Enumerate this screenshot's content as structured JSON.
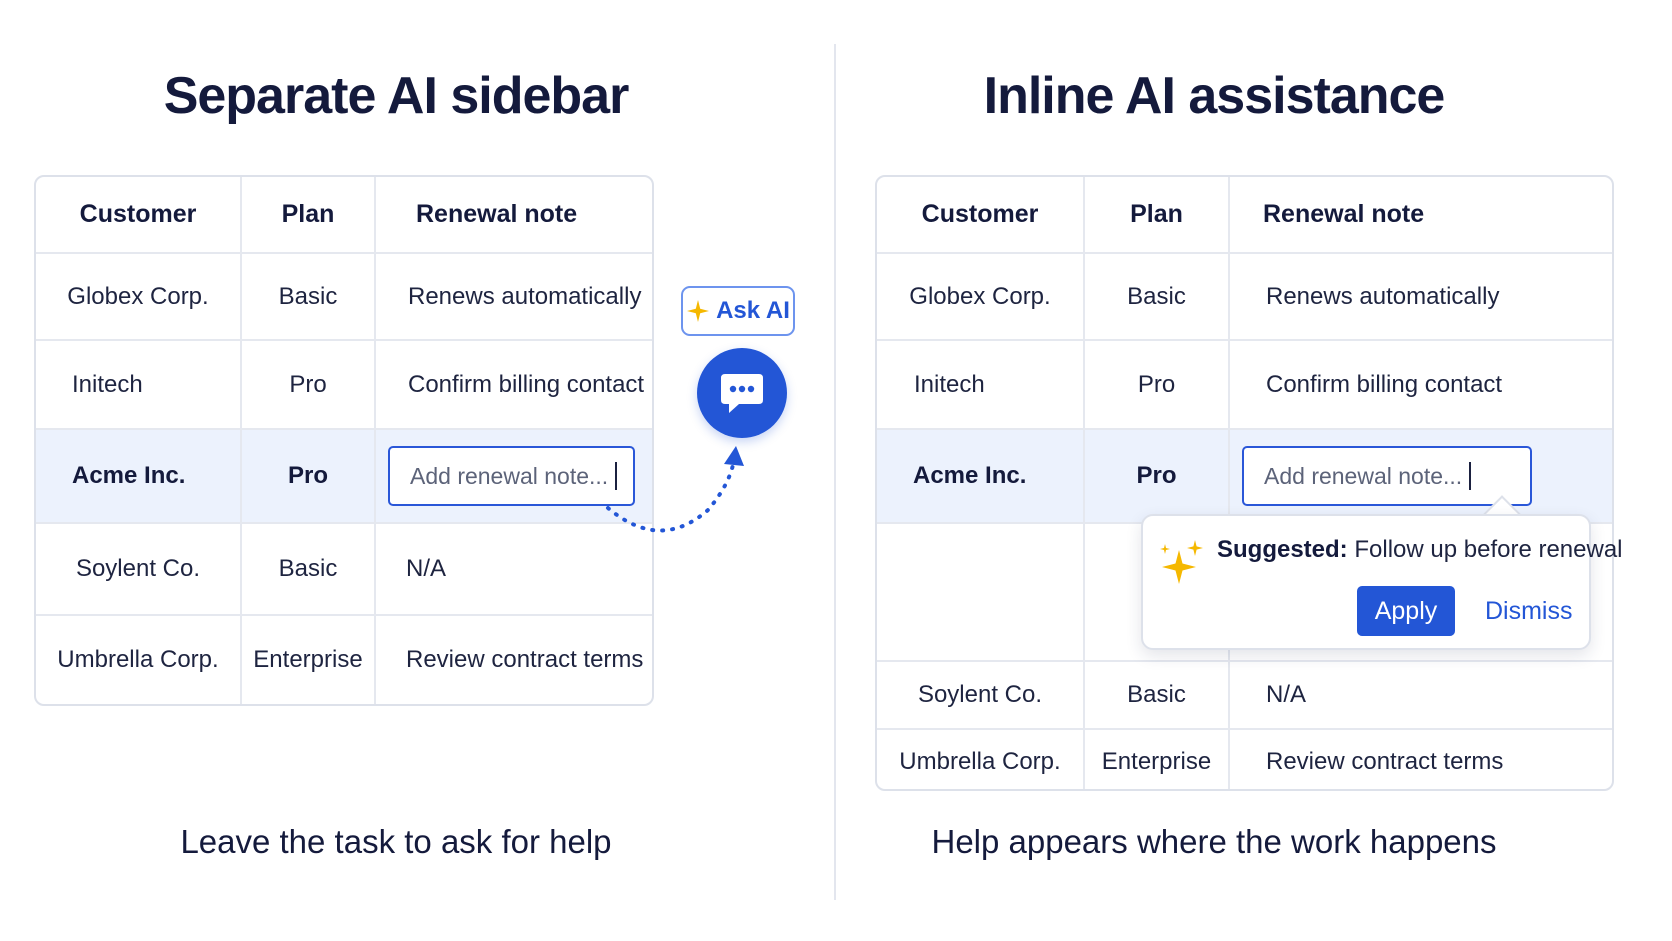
{
  "left": {
    "title": "Separate AI sidebar",
    "caption": "Leave the task to ask for help",
    "ask_ai_label": "Ask AI",
    "table": {
      "headers": [
        "Customer",
        "Plan",
        "Renewal note"
      ],
      "rows": [
        [
          "Globex Corp.",
          "Basic",
          "Renews automatically"
        ],
        [
          "Initech",
          "Pro",
          "Confirm billing contact"
        ],
        [
          "Acme Inc.",
          "Pro",
          ""
        ],
        [
          "Soylent Co.",
          "Basic",
          "N/A"
        ],
        [
          "Umbrella Corp.",
          "Enterprise",
          "Review contract terms"
        ]
      ],
      "note_placeholder": "Add renewal note..."
    }
  },
  "right": {
    "title": "Inline AI assistance",
    "caption": "Help appears where the work happens",
    "table": {
      "headers": [
        "Customer",
        "Plan",
        "Renewal note"
      ],
      "rows": [
        [
          "Globex Corp.",
          "Basic",
          "Renews automatically"
        ],
        [
          "Initech",
          "Pro",
          "Confirm billing contact"
        ],
        [
          "Acme Inc.",
          "Pro",
          ""
        ],
        [
          "Soylent Co.",
          "Basic",
          "N/A"
        ],
        [
          "Umbrella Corp.",
          "Enterprise",
          "Review contract terms"
        ]
      ],
      "note_placeholder": "Add renewal note..."
    },
    "suggestion": {
      "label": "Suggested:",
      "text": "Follow up before renewal",
      "apply": "Apply",
      "dismiss": "Dismiss"
    }
  },
  "icons": {
    "ask_ai": "sparkle-icon",
    "chat": "chat-bubble-icon",
    "suggestion": "sparkles-icon"
  },
  "colors": {
    "accent": "#2356d6",
    "highlight_row": "#ecf2fd",
    "sparkle": "#f5b800"
  }
}
